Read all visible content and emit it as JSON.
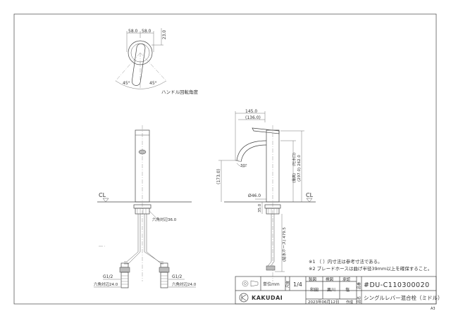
{
  "drawing": {
    "top_view": {
      "dim_a": "58.0",
      "dim_b": "58.0",
      "dim_c": "23.0",
      "angle_left": "45°",
      "angle_right": "45°",
      "caption": "ハンドル回転角度"
    },
    "front_view": {
      "cl_label": "CL",
      "hex_label": "六角対辺36.0"
    },
    "side_view": {
      "dim_width_outer": "145.0",
      "dim_width_inner": "(136.0)",
      "dim_spout_height": "(173.0)",
      "spout_angle": "30°",
      "dim_height_1": "(297.0)",
      "dim_height_2": "262.0",
      "height_note_1": "(最高)",
      "height_note_2": "(吐水口)",
      "dim_diameter": "Ø46.0",
      "dim_small": "35.0",
      "hose_note": "(給水ホース) 479.5",
      "cl_label": "CL"
    },
    "hoses": {
      "left_thread": "G1/2",
      "left_hex": "六角対辺24.0",
      "right_thread": "G1/2",
      "right_hex": "六角対辺24.0"
    },
    "notes": [
      "※1 （ ）内寸法は参考寸法である。",
      "※2 ブレードホースは曲げ半径39mm以上を確保すること。"
    ]
  },
  "title_block": {
    "unit_label": "単位mm",
    "scale_label": "尺度",
    "scale_value": "1/4",
    "draw_label": "製図",
    "check_label": "検図",
    "approve_label": "承認",
    "draw_name": "和田",
    "check_name": "栗川",
    "approve_name": "塩",
    "part_label": "品番",
    "part_number": "#DU-C110300020",
    "name_label": "品名",
    "product_name": "シングルレバー混合栓（ミドル）",
    "company": "KAKUDAI",
    "date": "2023年06月12日",
    "date_suffix": "作成",
    "sheet_size": "A3"
  }
}
